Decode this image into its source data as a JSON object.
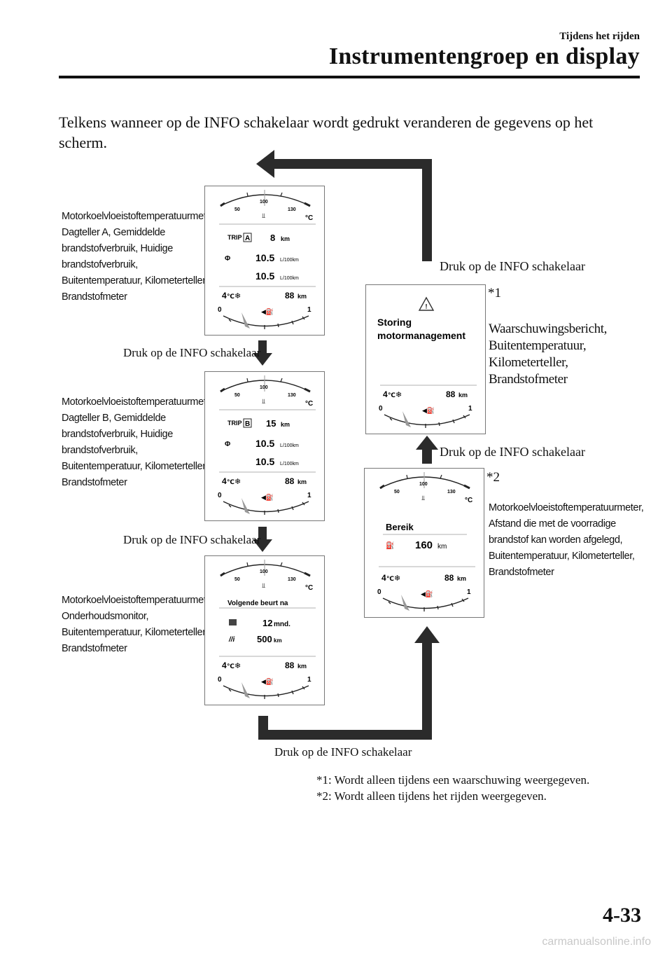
{
  "header": {
    "section": "Tijdens het rijden",
    "title": "Instrumentengroep en display"
  },
  "intro": "Telkens wanneer op de INFO schakelaar wordt gedrukt veranderen de gegevens op het scherm.",
  "press_label": "Druk op de INFO schakelaar",
  "gauge": {
    "temp_ticks": [
      "50",
      "100",
      "130"
    ],
    "temp_unit": "°C",
    "fuel_ticks": [
      "0",
      "1"
    ],
    "outside_temp": "4",
    "outside_unit": "℃",
    "odometer": "88",
    "odometer_unit": "km"
  },
  "screens": [
    {
      "description": "Motorkoelvloeistoftemperatuurmeter, Dagteller A, Gemiddelde brandstofverbruik, Huidige brandstofverbruik, Buitentemperatuur, Kilometerteller, Brandstofmeter",
      "trip_prefix": "TRIP",
      "trip_letter": "A",
      "trip_value": "8",
      "trip_unit": "km",
      "avg_value": "10.5",
      "cur_value": "10.5",
      "fuel_unit": "L/100km"
    },
    {
      "description": "Motorkoelvloeistoftemperatuurmeter, Dagteller B, Gemiddelde brandstofverbruik, Huidige brandstofverbruik, Buitentemperatuur, Kilometerteller, Brandstofmeter",
      "trip_prefix": "TRIP",
      "trip_letter": "B",
      "trip_value": "15",
      "trip_unit": "km",
      "avg_value": "10.5",
      "cur_value": "10.5",
      "fuel_unit": "L/100km"
    },
    {
      "description": "Motorkoelvloeistoftemperatuurmeter, Onderhoudsmonitor, Buitentemperatuur, Kilometerteller, Brandstofmeter",
      "maint_title": "Volgende beurt na",
      "maint_months": "12",
      "maint_months_unit": "mnd.",
      "maint_km": "500",
      "maint_km_unit": "km"
    }
  ],
  "warning_screen": {
    "marker": "*1",
    "line1": "Storing",
    "line2": "motormanagement",
    "description": "Waarschuwingsbericht, Buitentemperatuur, Kilometerteller, Brandstofmeter"
  },
  "range_screen": {
    "marker": "*2",
    "title": "Bereik",
    "value": "160",
    "unit": "km",
    "description": "Motorkoelvloeistoftemperatuurmeter, Afstand die met de voorradige brandstof kan worden afgelegd, Buitentemperatuur, Kilometerteller, Brandstofmeter"
  },
  "footnotes": [
    "*1: Wordt alleen tijdens een waarschuwing weergegeven.",
    "*2: Wordt alleen tijdens het rijden weergegeven."
  ],
  "page_number": "4-33",
  "watermark": "carmanualsonline.info"
}
